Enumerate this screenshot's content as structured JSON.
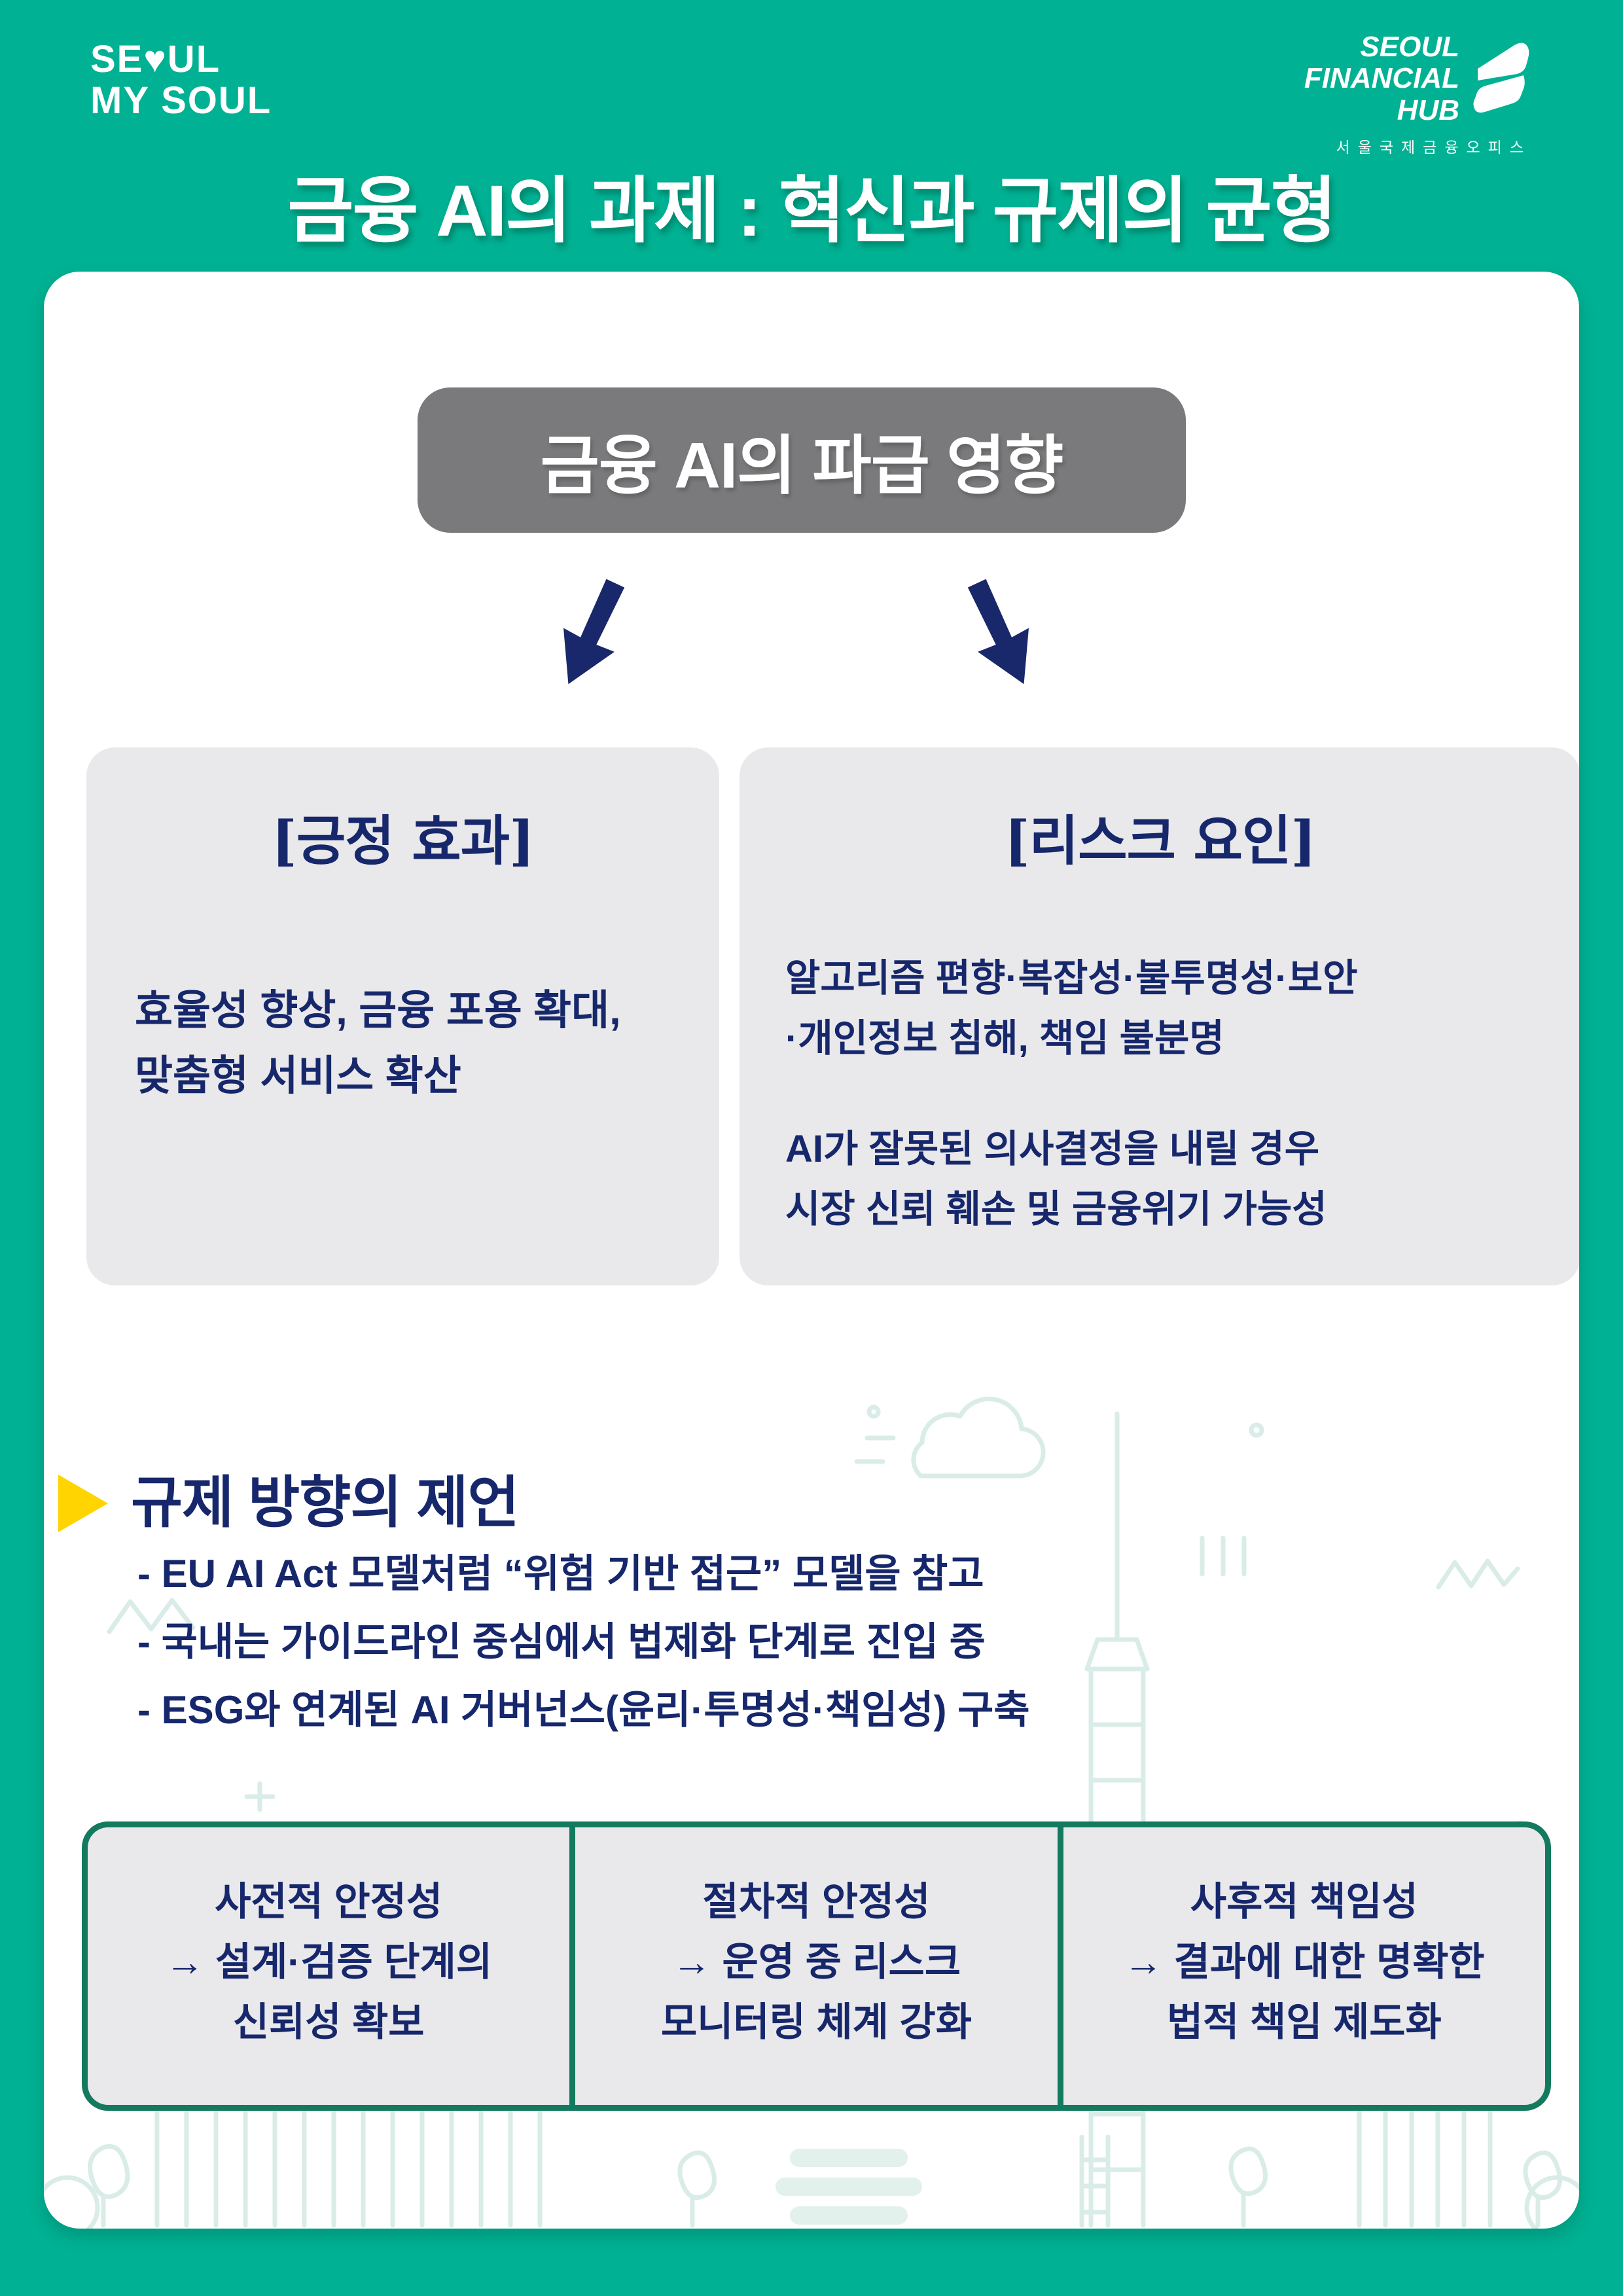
{
  "colors": {
    "background_teal": "#00b193",
    "card_white": "#ffffff",
    "navy_text": "#16276b",
    "badge_gray": "#7a797b",
    "box_gray": "#e9e8ea",
    "table_border_green": "#147a5f",
    "bullet_yellow": "#ffd400",
    "skyline_tint": "#d9ece8"
  },
  "header": {
    "logo_left": {
      "line1": "SE♥UL",
      "line2": "MY SOUL"
    },
    "logo_right": {
      "line1": "SEOUL",
      "line2": "FINANCIAL",
      "line3": "HUB",
      "subtitle": "서울국제금융오피스"
    },
    "title": "금융 AI의 과제 : 혁신과 규제의 균형"
  },
  "impact": {
    "badge": "금융 AI의 파급 영향",
    "positive": {
      "title": "[긍정 효과]",
      "body": "효율성 향상, 금융 포용 확대,\n맞춤형 서비스 확산"
    },
    "risk": {
      "title": "[리스크 요인]",
      "body1": "알고리즘 편향·복잡성·불투명성·보안\n·개인정보 침해, 책임 불분명",
      "body2": "AI가 잘못된 의사결정을 내릴 경우\n시장 신뢰 훼손 및 금융위기 가능성"
    }
  },
  "suggestion": {
    "heading": "규제 방향의 제언",
    "items": [
      "- EU AI Act 모델처럼 “위험 기반 접근” 모델을 참고",
      "- 국내는 가이드라인 중심에서 법제화 단계로 진입 중",
      "- ESG와 연계된 AI 거버넌스(윤리·투명성·책임성) 구축"
    ]
  },
  "principles": {
    "cells": [
      "사전적 안정성\n→ 설계·검증 단계의\n신뢰성 확보",
      "절차적 안정성\n→ 운영 중 리스크\n모니터링 체계 강화",
      "사후적 책임성\n→ 결과에 대한 명확한\n법적 책임 제도화"
    ]
  }
}
